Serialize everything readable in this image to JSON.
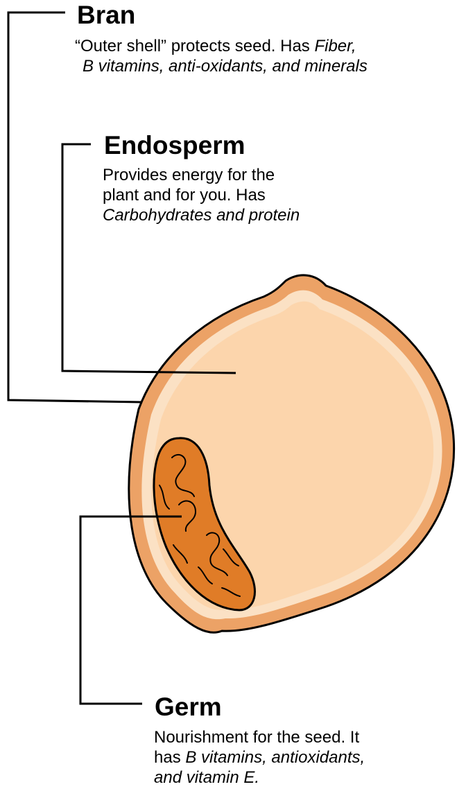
{
  "colors": {
    "bran_outer": "#ECA266",
    "bran_inner": "#FBE1C4",
    "endosperm": "#FCD5AC",
    "germ": "#E07C27",
    "outline": "#000000"
  },
  "labels": {
    "bran": {
      "title": "Bran",
      "desc_line1_plain": "“Outer shell” protects seed. Has ",
      "desc_line1_italic": "Fiber,",
      "desc_line2_italic": "B vitamins, anti-oxidants, and minerals"
    },
    "endosperm": {
      "title": "Endosperm",
      "desc_line1": "Provides energy for the",
      "desc_line2": "plant and for you.  Has",
      "desc_line3_italic": "Carbohydrates and protein"
    },
    "germ": {
      "title": "Germ",
      "desc_line1": "Nourishment for the seed.  It",
      "desc_line2_plain": "has ",
      "desc_line2_italic": "B vitamins, antioxidants,",
      "desc_line3_italic": "and vitamin E."
    }
  }
}
